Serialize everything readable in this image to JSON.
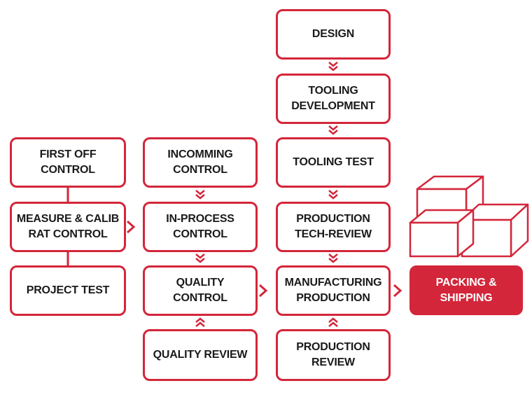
{
  "colors": {
    "accent": "#d3263a",
    "text": "#1a1a1a",
    "background": "#ffffff",
    "filled_text": "#ffffff"
  },
  "column_left": {
    "first_off_control": "FIRST OFF CONTROL",
    "measure_calib": "MEASURE & CALIB\nRAT CONTROL",
    "project_test": "PROJECT TEST"
  },
  "column_mid": {
    "incoming_control": "INCOMMING\nCONTROL",
    "in_process_control": "IN-PROCESS\nCONTROL",
    "quality_control": "QUALITY CONTROL",
    "quality_review": "QUALITY REVIEW"
  },
  "column_right": {
    "design": "DESIGN",
    "tooling_development": "TOOLING\nDEVELOPMENT",
    "tooling_test": "TOOLING TEST",
    "production_tech_review": "PRODUCTION\nTECH-REVIEW",
    "manufacturing_production": "MANUFACTURING\nPRODUCTION",
    "production_review": "PRODUCTION\nREVIEW"
  },
  "output": {
    "packing_shipping": "PACKING & SHIPPING"
  },
  "icons": {
    "boxes": "stacked-boxes-icon",
    "double_chevron_down": "double-chevron-down-icon",
    "double_chevron_up": "double-chevron-up-icon",
    "chevron_right": "chevron-right-icon"
  }
}
